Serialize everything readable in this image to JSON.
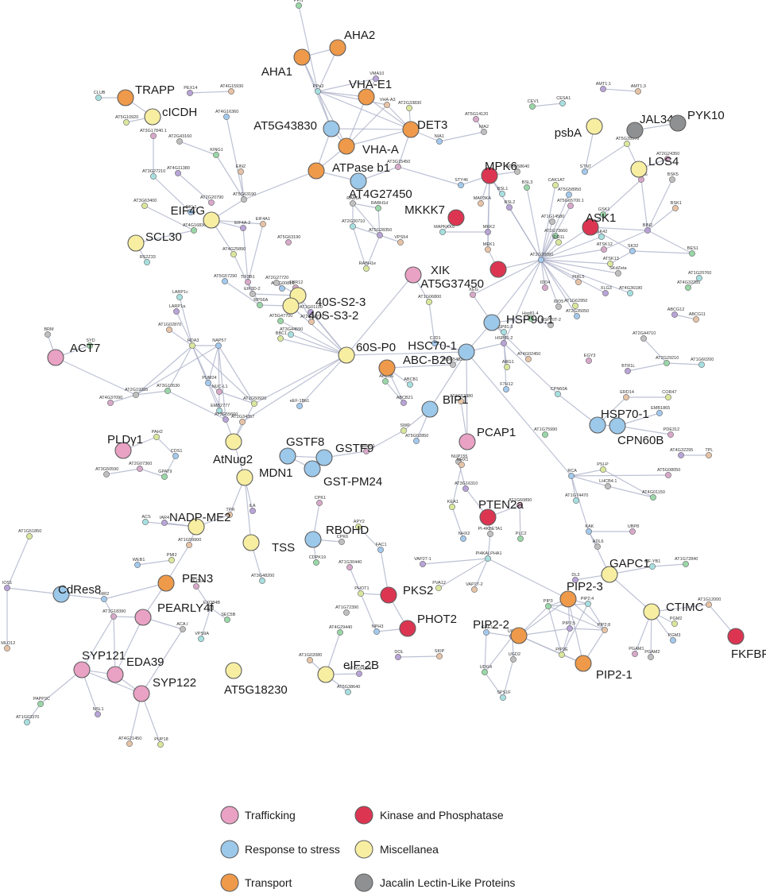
{
  "colors": {
    "trafficking": "#e9a1c4",
    "stress": "#9cc8ea",
    "transport": "#ee9a4a",
    "kinase": "#dc3552",
    "misc": "#f7eea2",
    "jacalin": "#8e9091"
  },
  "small_colors": [
    "#9ad6a8",
    "#a7dfe0",
    "#b8a4d7",
    "#e6c3a7",
    "#d9e79d",
    "#a3c9ec",
    "#d7a9c9",
    "#bfbfbf"
  ],
  "legend": {
    "trafficking": "Trafficking",
    "kinase": "Kinase and Phosphatase",
    "stress": "Response to stress",
    "misc": "Miscellanea",
    "transport": "Transport",
    "jacalin": "Jacalin Lectin-Like Proteins"
  },
  "big_nodes": [
    {
      "label": "AHA2",
      "cat": "transport"
    },
    {
      "label": "AHA1",
      "cat": "transport"
    },
    {
      "label": "TRAPP",
      "cat": "transport"
    },
    {
      "label": "cICDH",
      "cat": "misc"
    },
    {
      "label": "VHA-E1",
      "cat": "transport"
    },
    {
      "label": "AT5G43830",
      "cat": "stress"
    },
    {
      "label": "DET3",
      "cat": "transport"
    },
    {
      "label": "VHA-A",
      "cat": "transport"
    },
    {
      "label": "ATPase b1",
      "cat": "transport"
    },
    {
      "label": "AT4G27450",
      "cat": "stress"
    },
    {
      "label": "EIF4G",
      "cat": "misc"
    },
    {
      "label": "SCL30",
      "cat": "misc"
    },
    {
      "label": "psbA",
      "cat": "misc"
    },
    {
      "label": "JAL34",
      "cat": "jacalin"
    },
    {
      "label": "PYK10",
      "cat": "jacalin"
    },
    {
      "label": "LOS4",
      "cat": "misc"
    },
    {
      "label": "MPK6",
      "cat": "kinase"
    },
    {
      "label": "MKKK7",
      "cat": "kinase"
    },
    {
      "label": "ASK1",
      "cat": "kinase"
    },
    {
      "label": "AT5G37450",
      "cat": "kinase"
    },
    {
      "label": "XIK",
      "cat": "trafficking"
    },
    {
      "label": "40S-S2-3",
      "cat": "misc"
    },
    {
      "label": "40S-S3-2",
      "cat": "misc"
    },
    {
      "label": "60S-P0",
      "cat": "misc"
    },
    {
      "label": "HSP90.1",
      "cat": "stress"
    },
    {
      "label": "HSC70-1",
      "cat": "stress"
    },
    {
      "label": "ABC-B20",
      "cat": "transport"
    },
    {
      "label": "ACT7",
      "cat": "trafficking"
    },
    {
      "label": "BIP1",
      "cat": "stress"
    },
    {
      "label": "HSP70-1",
      "cat": "stress"
    },
    {
      "label": "CPN60B",
      "cat": "stress"
    },
    {
      "label": "PCAP1",
      "cat": "trafficking"
    },
    {
      "label": "PLDγ1",
      "cat": "trafficking"
    },
    {
      "label": "AtNug2",
      "cat": "misc"
    },
    {
      "label": "GSTF8",
      "cat": "stress"
    },
    {
      "label": "GSTF9",
      "cat": "stress"
    },
    {
      "label": "GST-PM24",
      "cat": "stress"
    },
    {
      "label": "MDN1",
      "cat": "misc"
    },
    {
      "label": "NADP-ME2",
      "cat": "misc"
    },
    {
      "label": "PTEN2a",
      "cat": "kinase"
    },
    {
      "label": "TSS",
      "cat": "misc"
    },
    {
      "label": "RBOHD",
      "cat": "stress"
    },
    {
      "label": "GAPC1",
      "cat": "misc"
    },
    {
      "label": "PEN3",
      "cat": "transport"
    },
    {
      "label": "CdRes8",
      "cat": "stress"
    },
    {
      "label": "PEARLY4f",
      "cat": "trafficking"
    },
    {
      "label": "PKS2",
      "cat": "kinase"
    },
    {
      "label": "PIP2-3",
      "cat": "transport"
    },
    {
      "label": "CTIMC",
      "cat": "misc"
    },
    {
      "label": "PHOT2",
      "cat": "kinase"
    },
    {
      "label": "PIP2-2",
      "cat": "transport"
    },
    {
      "label": "PIP2-1",
      "cat": "transport"
    },
    {
      "label": "FKFBP",
      "cat": "kinase"
    },
    {
      "label": "SYP121",
      "cat": "trafficking"
    },
    {
      "label": "EDA39",
      "cat": "trafficking"
    },
    {
      "label": "SYP122",
      "cat": "trafficking"
    },
    {
      "label": "AT5G18230",
      "cat": "misc"
    },
    {
      "label": "eIF-2B",
      "cat": "misc"
    }
  ],
  "small_nodes": [
    "PPI1",
    "CLUB",
    "PEX14",
    "AT4G15930",
    "AT5G10920",
    "AT4G16360",
    "AT3G17840.1",
    "AT2G43160",
    "KING1",
    "AT3G27210",
    "AT4G11380",
    "EIN2",
    "AT3G63400",
    "RKL1",
    "AT2G20790",
    "AT5G63190",
    "AT4G16830",
    "RS2Z33",
    "EIF4A-2",
    "EIF4A1",
    "AT4G25890",
    "AT5G57290",
    "TIF3B1",
    "EIF3D-2",
    "RPS6A",
    "LARP1c",
    "LARP1a",
    "AT1G02870",
    "HDA3",
    "NAP57",
    "AT4G37090",
    "AT2G19385",
    "AT3G10530",
    "EMB2777",
    "AT3G55660",
    "AT2G34357",
    "AT1G50920",
    "PUM24",
    "NUC-L1",
    "BRM",
    "SYD",
    "PPa3",
    "VMA10",
    "VHA-A3",
    "AT2G33830",
    "NIA1",
    "AT3G15450",
    "RAB6A",
    "RABH1d",
    "AT2G30710",
    "AT5G28350",
    "VPS54",
    "RABH1e",
    "STY46",
    "AT5G14120",
    "NIA2",
    "CEV1",
    "CESA1",
    "AMT1;1",
    "AMT1;3",
    "AT5G35970",
    "STN7",
    "AT2G24350",
    "AT3G58640",
    "BSL3",
    "BSL1",
    "BSL2",
    "MAP3KA",
    "CAK1AT",
    "AT5G58950",
    "AT5G65700.1",
    "AT1G14580",
    "AT1G73660",
    "MAPKKK6",
    "MKK2",
    "MEK1",
    "IDD11",
    "AT2G20050",
    "BSK6",
    "BSK5",
    "GSK1",
    "SK42",
    "BIN2",
    "BSK1",
    "ATSK13",
    "SK32",
    "ATSK12",
    "SKdZeta",
    "BES1",
    "AT4G36180",
    "XLG3",
    "PIRL5",
    "AT1G62950",
    "AT2G35050",
    "IDD4",
    "IDD5",
    "AT4G32285",
    "AT1G20760",
    "ABCG12",
    "ABCG11",
    "AT1G06800",
    "CJD1",
    "KEG",
    "HSP70T-2",
    "Hsp81.4",
    "HSP81-3",
    "HSP81-2",
    "AT4G02450",
    "ARG1",
    "F7H12",
    "EGY3",
    "AT2G44710",
    "AT2G29210",
    "AT1G60200",
    "BTR1L",
    "ERD14",
    "COR47",
    "EMB1865",
    "PDE312",
    "AT3G54830",
    "ABCB6",
    "ABCB1",
    "ABCB21",
    "AT1G52380",
    "SWP",
    "AT5G02850",
    "NRPC1",
    "NUP155",
    "AT1G75990",
    "CPN60A",
    "AT4G32295",
    "TPL",
    "PSI-P",
    "RCA",
    "AT5G08050",
    "LHCB4.1",
    "AT4G01150",
    "AT1G74470",
    "AT3G16310",
    "NHX1",
    "KEA1",
    "NHX2",
    "AT1G60890",
    "PI-4KBETA1",
    "PLC2",
    "PI4KALPHA1",
    "VAP27-1",
    "VAP27-2",
    "PVA12",
    "KAK",
    "UBP8",
    "ADL6",
    "AT1G72840",
    "NF-YB1",
    "DL3",
    "AT1G12000",
    "PGM2",
    "PGM3",
    "PGAM1",
    "PGAM2",
    "PIP3",
    "PIP2;4",
    "PIP2;5",
    "PIP2;8",
    "PIP2E",
    "GAE1",
    "UGD3",
    "UGD2",
    "UDG4",
    "SPS1F",
    "DOL",
    "SKIP",
    "PHOT1",
    "NPH3",
    "AT1G30440",
    "AT1G72390",
    "AT4G29440",
    "AT5G38640",
    "AT1G34220",
    "AT1G02080",
    "APY2",
    "FAC1",
    "CPK1",
    "CPK6",
    "CDPK19",
    "AT3G48200",
    "ILA",
    "TPR",
    "PAH2",
    "CDS1",
    "AT2G07360",
    "AT3G50590",
    "GPAT9",
    "ACS",
    "IAR4",
    "AT1G59900",
    "PMI2",
    "WEB1",
    "SEC5A",
    "EXO84B",
    "SEC5B",
    "VPS9A",
    "IOS1",
    "MLO12",
    "AT1G51850",
    "HIR2",
    "AT1G18390",
    "ACA.I",
    "PAPP2C",
    "AT1G03370",
    "NSL1",
    "AT4G21450",
    "PUP18",
    "AT4G00810",
    "FBR12",
    "AT2G27720",
    "AT5G47700",
    "AT3G44590",
    "AT1G01100",
    "AT2G27710",
    "BBC1",
    "eEF-1Bb1",
    "AT5G63190b"
  ]
}
